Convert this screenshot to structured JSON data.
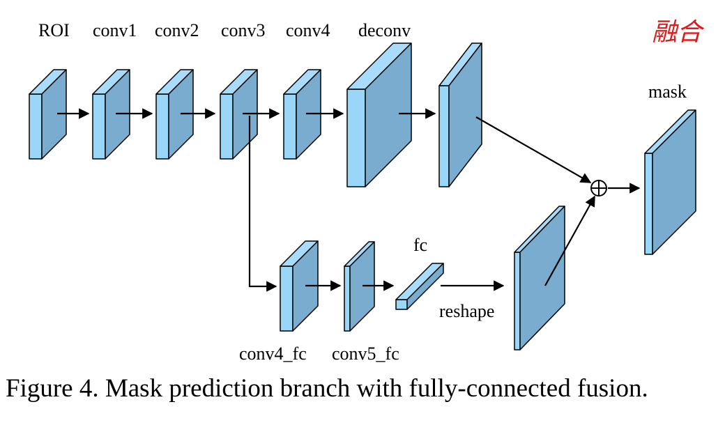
{
  "labels": {
    "roi": "ROI",
    "conv1": "conv1",
    "conv2": "conv2",
    "conv3": "conv3",
    "conv4": "conv4",
    "deconv": "deconv",
    "mask": "mask",
    "conv4_fc": "conv4_fc",
    "conv5_fc": "conv5_fc",
    "fc": "fc",
    "reshape": "reshape"
  },
  "caption": "Figure 4. Mask prediction branch with fully-connected fusion.",
  "handwritten_note": "融合",
  "colors": {
    "face": "#7aaccf",
    "front": "#99d6f8",
    "top": "#a8dcfa",
    "stroke": "#000000",
    "note": "#e0191b"
  }
}
